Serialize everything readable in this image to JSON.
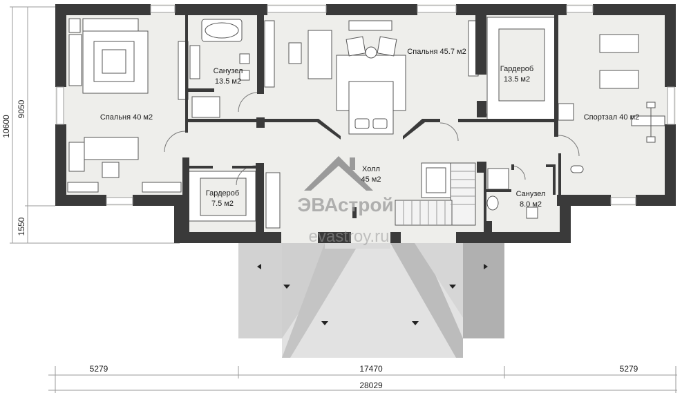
{
  "rooms": [
    {
      "name": "Спальня 40 м2"
    },
    {
      "name": "Санузел",
      "area": "13.5 м2"
    },
    {
      "name": "Спальня 45.7 м2"
    },
    {
      "name": "Гардероб",
      "area": "13.5 м2"
    },
    {
      "name": "Спортзал 40 м2"
    },
    {
      "name": "Гардероб",
      "area": "7.5 м2"
    },
    {
      "name": "Холл",
      "area": "45 м2"
    },
    {
      "name": "Санузел",
      "area": "8.0 м2"
    }
  ],
  "dimensions": {
    "left_total": "10600",
    "left_upper": "9050",
    "left_lower": "1550",
    "bottom_left": "5279",
    "bottom_center": "17470",
    "bottom_right": "5279",
    "bottom_total": "28029"
  },
  "watermark": {
    "brand": "ЭВАстрой",
    "url": "evastroy.ru"
  },
  "colors": {
    "wall": "#3a3a3a",
    "floor": "#eeeeeb",
    "terrace_light": "#e2e2e2",
    "terrace_mid": "#c6c6c6",
    "terrace_dark": "#a8a8a8"
  }
}
